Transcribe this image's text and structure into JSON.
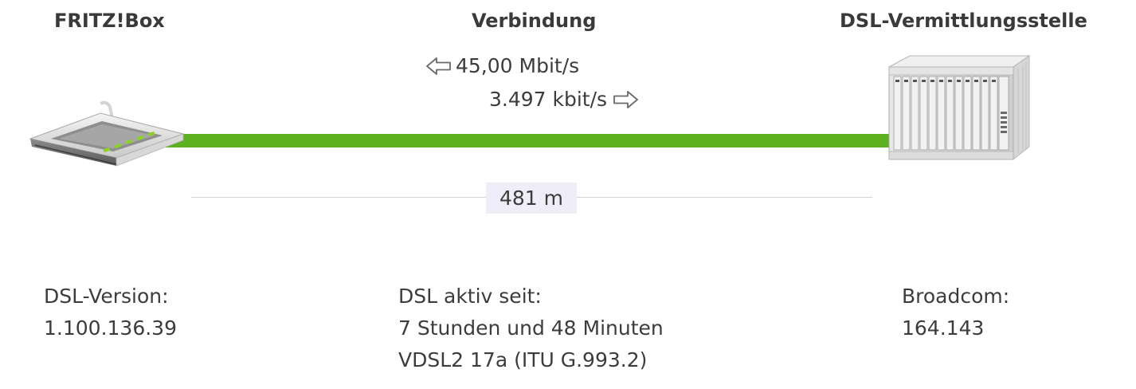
{
  "headers": {
    "fritzbox": "FRITZ!Box",
    "connection": "Verbindung",
    "exchange": "DSL-Vermittlungsstelle"
  },
  "rates": {
    "downstream": "45,00 Mbit/s",
    "upstream": "3.497 kbit/s"
  },
  "line": {
    "color": "#5db11f",
    "distance": "481 m"
  },
  "fritzbox_info": {
    "label": "DSL-Version:",
    "value": "1.100.136.39"
  },
  "connection_info": {
    "label": "DSL aktiv seit:",
    "duration": "7 Stunden und 48 Minuten",
    "standard": "VDSL2 17a (ITU G.993.2)"
  },
  "exchange_info": {
    "label": "Broadcom:",
    "value": "164.143"
  },
  "icons": {
    "router": "fritzbox-router-icon",
    "dslam": "dslam-rack-icon",
    "down_arrow": "arrow-left-outline-icon",
    "up_arrow": "arrow-right-outline-icon"
  }
}
